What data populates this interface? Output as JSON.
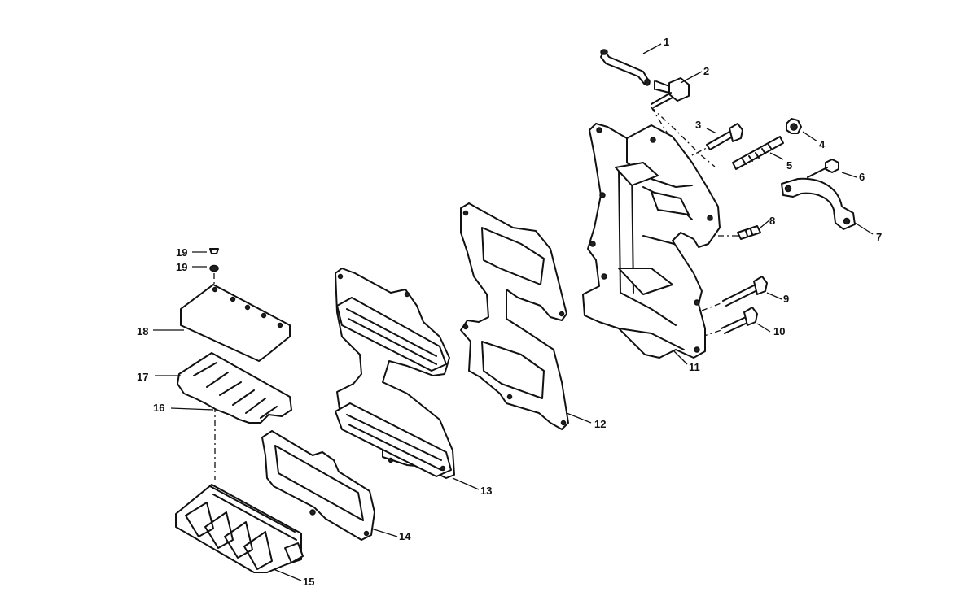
{
  "callouts": [
    {
      "id": "1",
      "label": "1"
    },
    {
      "id": "2",
      "label": "2"
    },
    {
      "id": "3",
      "label": "3"
    },
    {
      "id": "4",
      "label": "4"
    },
    {
      "id": "5",
      "label": "5"
    },
    {
      "id": "6",
      "label": "6"
    },
    {
      "id": "7",
      "label": "7"
    },
    {
      "id": "8",
      "label": "8"
    },
    {
      "id": "9",
      "label": "9"
    },
    {
      "id": "10",
      "label": "10"
    },
    {
      "id": "11",
      "label": "11"
    },
    {
      "id": "12",
      "label": "12"
    },
    {
      "id": "13",
      "label": "13"
    },
    {
      "id": "14",
      "label": "14"
    },
    {
      "id": "15",
      "label": "15"
    },
    {
      "id": "16",
      "label": "16"
    },
    {
      "id": "17",
      "label": "17"
    },
    {
      "id": "18",
      "label": "18"
    },
    {
      "id": "19a",
      "label": "19"
    },
    {
      "id": "19b",
      "label": "19"
    }
  ]
}
